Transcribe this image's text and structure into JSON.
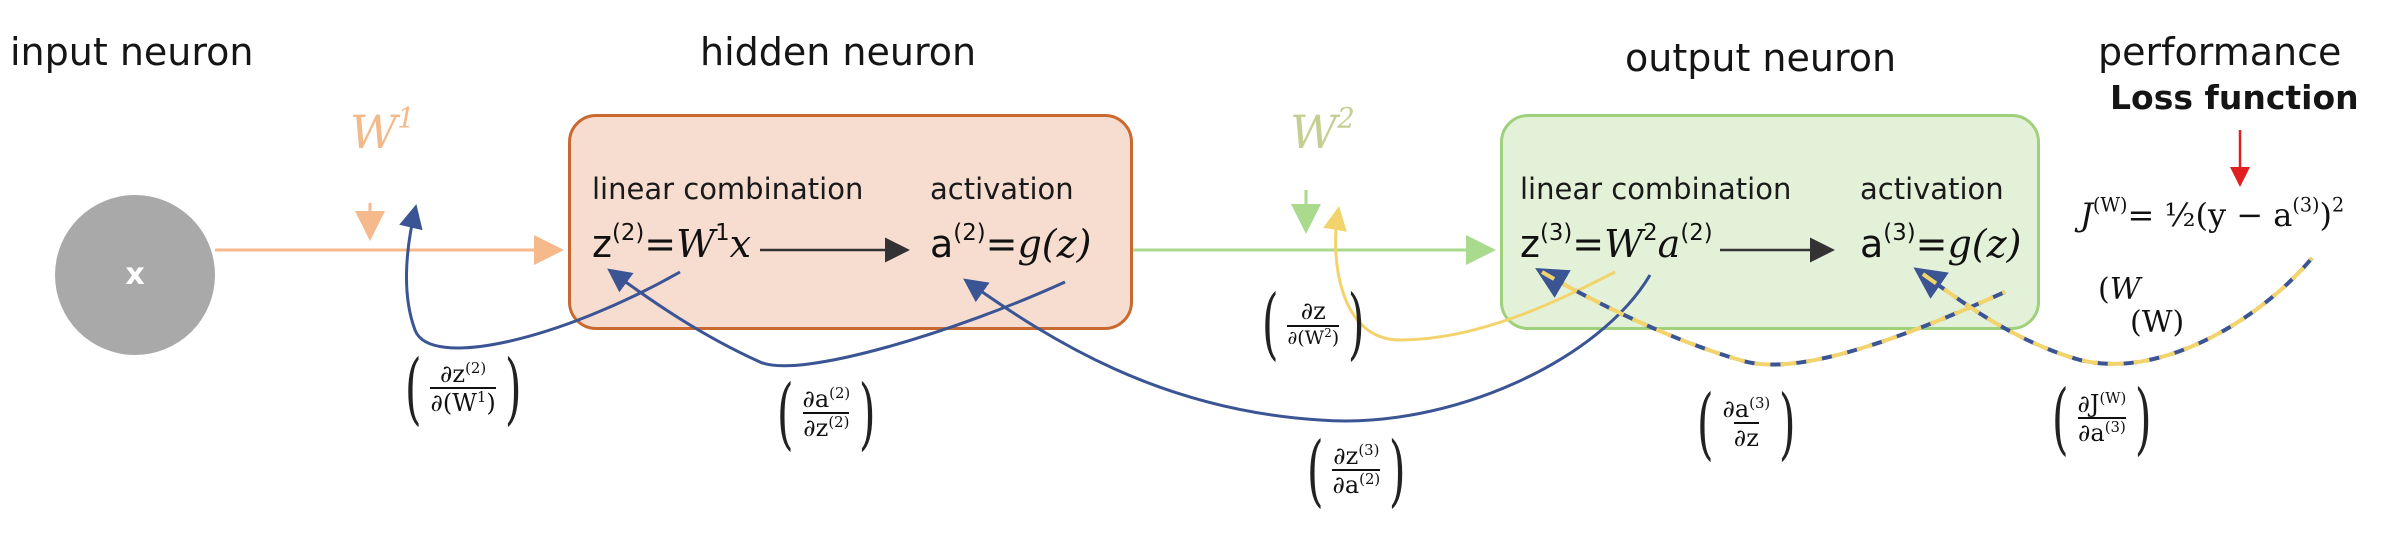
{
  "headers": {
    "input": "input neuron",
    "hidden": "hidden neuron",
    "output": "output neuron",
    "performance": "performance",
    "loss": "Loss function"
  },
  "input_neuron": {
    "label": "x"
  },
  "weights": {
    "w1_base": "W",
    "w1_sup": "1",
    "w2_base": "W",
    "w2_sup": "2"
  },
  "hidden": {
    "lin_label": "linear combination",
    "act_label": "activation",
    "z_base": "z",
    "z_sup": "(2)",
    "z_eq": "=",
    "z_w": "W",
    "z_w_sup": "1",
    "z_x": "x",
    "a_base": "a",
    "a_sup": "(2)",
    "a_eq": "=",
    "a_fn": "g(z)"
  },
  "output": {
    "lin_label": "linear combination",
    "act_label": "activation",
    "z_base": "z",
    "z_sup": "(3)",
    "z_eq": "=",
    "z_w": "W",
    "z_w_sup": "2",
    "z_a": "a",
    "z_a_sup": "(2)",
    "a_base": "a",
    "a_sup": "(3)",
    "a_eq": "=",
    "a_fn": "g(z)"
  },
  "loss": {
    "J": "J",
    "J_sup": "(W)",
    "eq": "= ½(y − a",
    "a_sup": "(3)",
    "close": ")",
    "sq": "2",
    "fragment_top": "(𝑊",
    "fragment_bottom": "(W)"
  },
  "derivatives": {
    "d1": {
      "num_a": "∂z",
      "num_sup": "(2)",
      "den_a": "∂(W",
      "den_sup": "1",
      "den_b": ")"
    },
    "d2": {
      "num_a": "∂a",
      "num_sup": "(2)",
      "den_a": "∂z",
      "den_sup": "(2)"
    },
    "d3": {
      "num_a": "∂z",
      "num_sup": "(3)",
      "den_a": "∂a",
      "den_sup": "(2)"
    },
    "d4": {
      "num_a": "∂z",
      "den_a": "∂(W",
      "den_sup": "2",
      "den_b": ")"
    },
    "d5": {
      "num_a": "∂a",
      "num_sup": "(3)",
      "den_a": "∂z"
    },
    "d6": {
      "num_a": "∂J",
      "num_sup": "(W)",
      "den_a": "∂a",
      "den_sup": "(3)"
    }
  },
  "colors": {
    "w1": "#f2b98a",
    "w2": "#c4cf93",
    "forward_in": "#f5b98c",
    "forward_out": "#a9da8e",
    "backprop": "#3a5494",
    "yellow": "#f3d36c",
    "red_arrow": "#e02020"
  }
}
